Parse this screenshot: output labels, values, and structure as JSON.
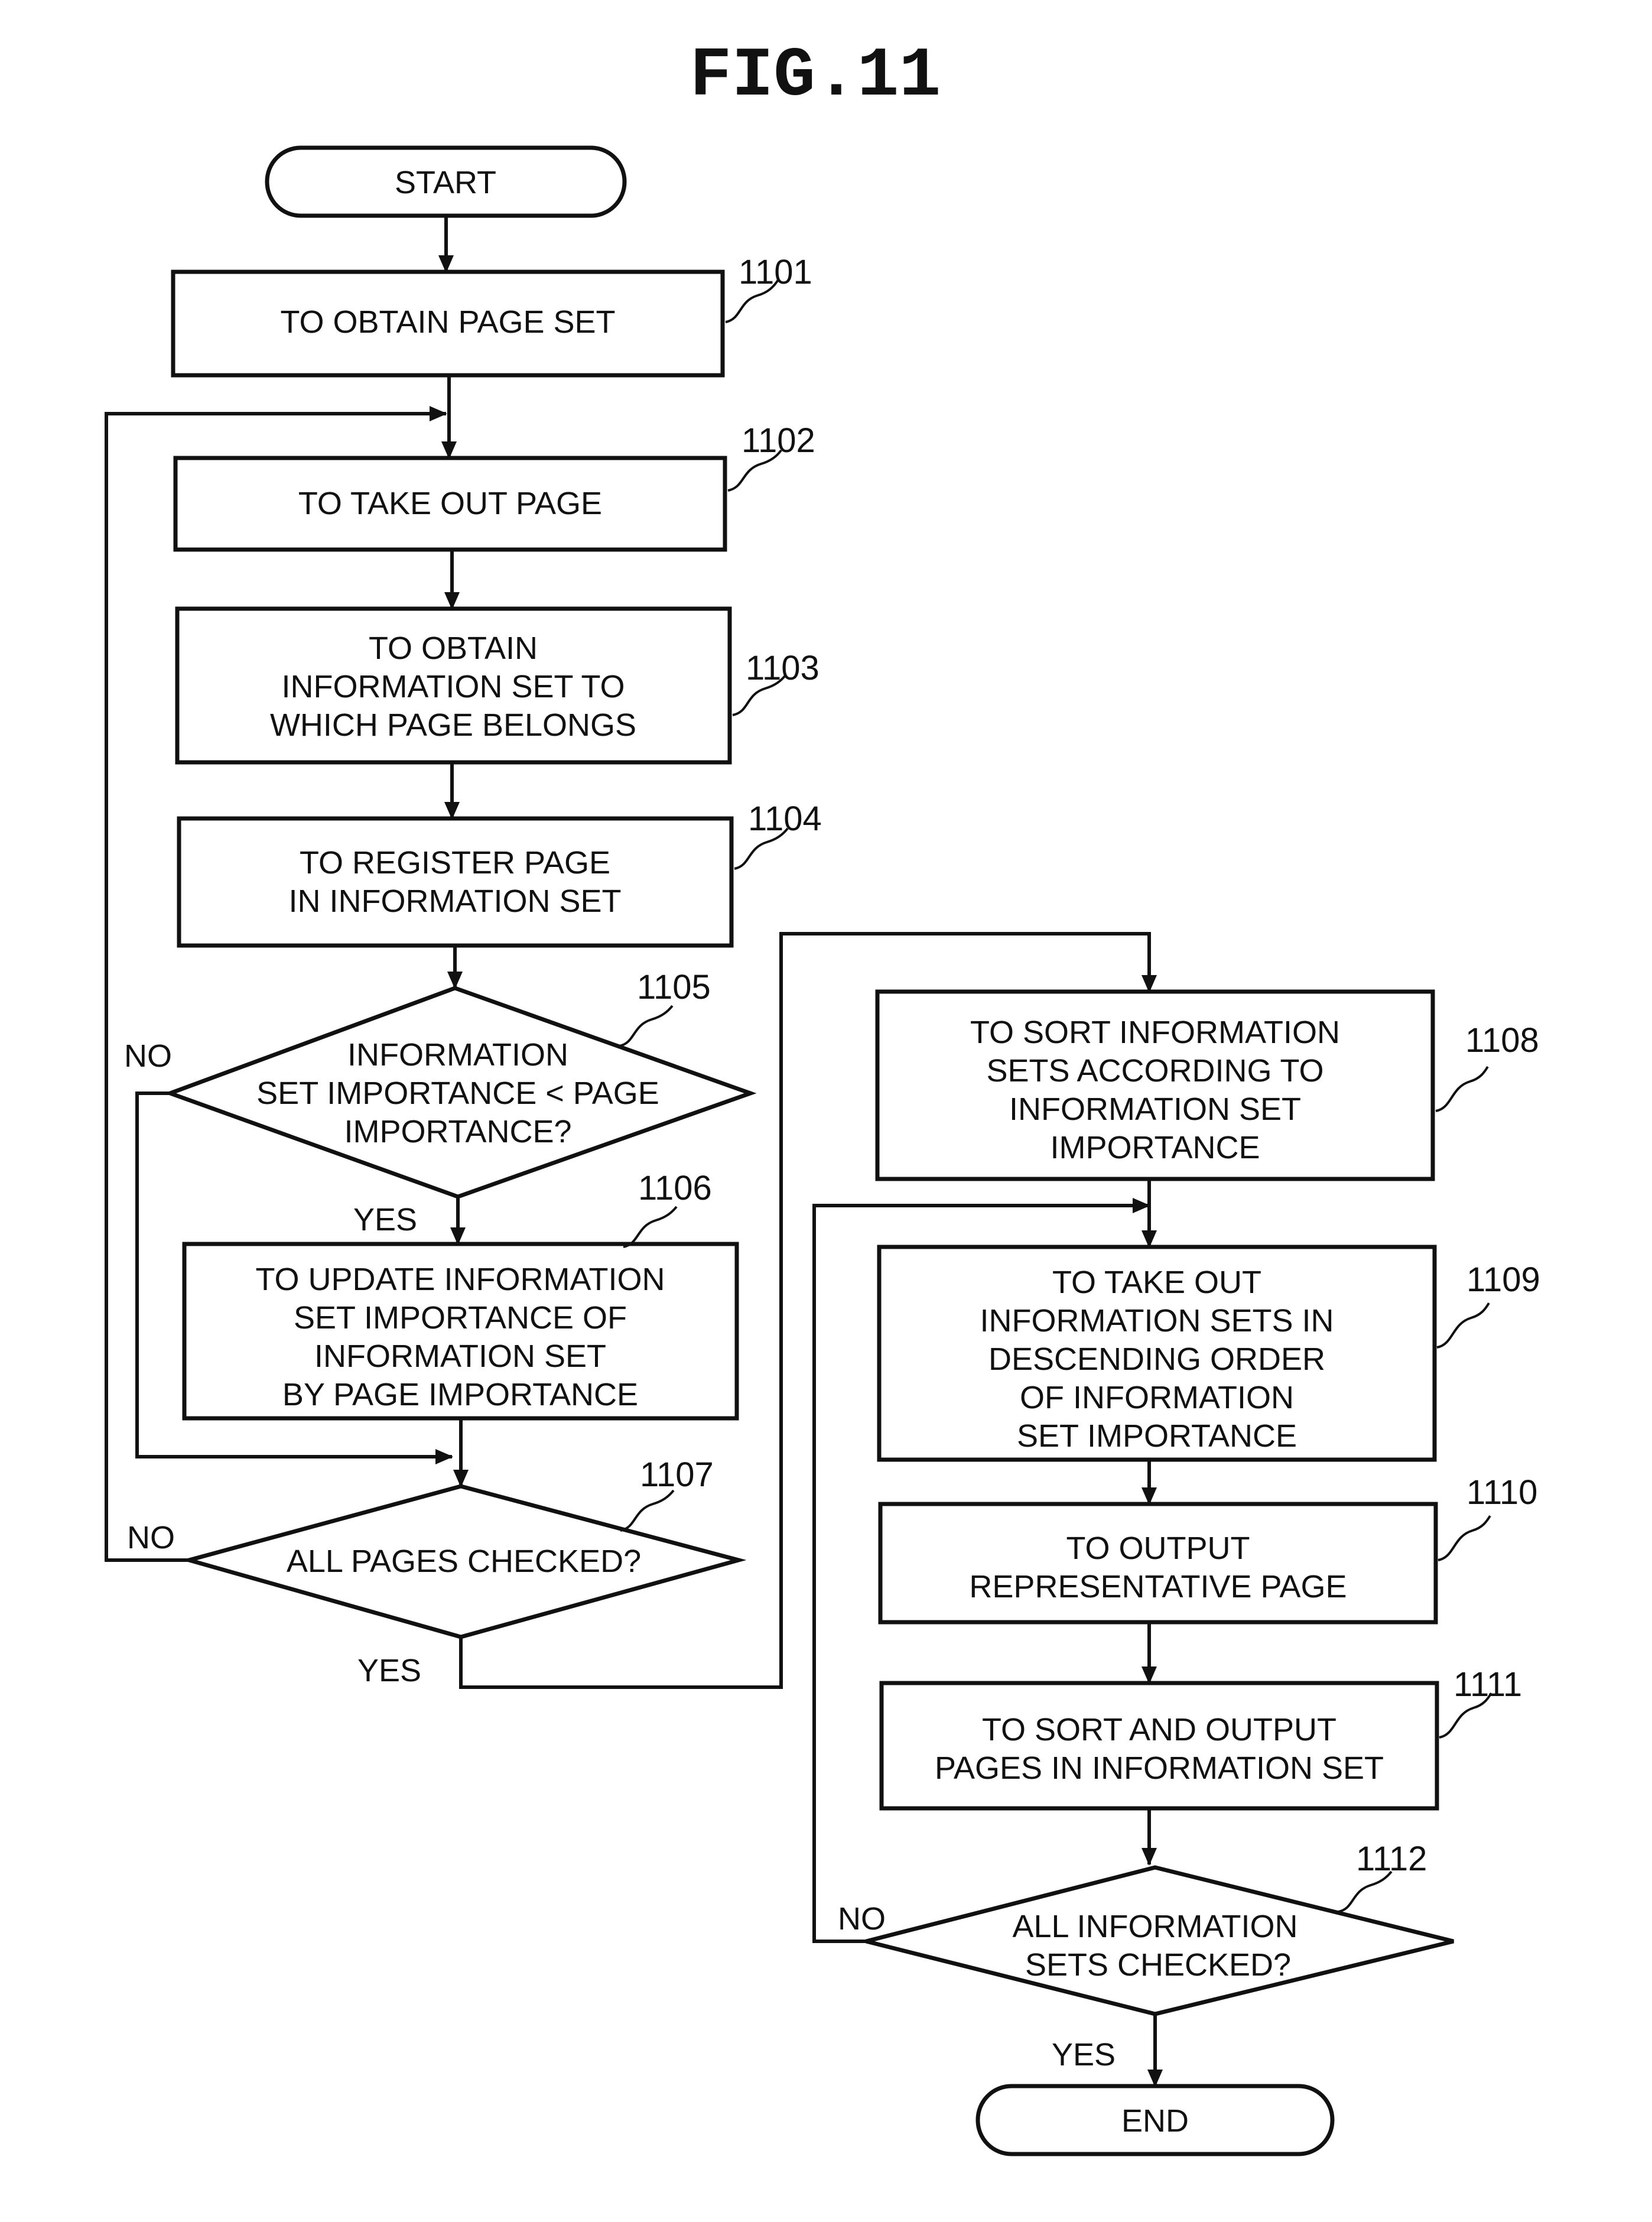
{
  "figure_title": "FIG.11",
  "start": "START",
  "end": "END",
  "steps": {
    "s1101": {
      "ref": "1101",
      "lines": [
        "TO OBTAIN PAGE SET"
      ]
    },
    "s1102": {
      "ref": "1102",
      "lines": [
        "TO TAKE OUT PAGE"
      ]
    },
    "s1103": {
      "ref": "1103",
      "lines": [
        "TO OBTAIN",
        "INFORMATION SET TO",
        "WHICH PAGE BELONGS"
      ]
    },
    "s1104": {
      "ref": "1104",
      "lines": [
        "TO REGISTER PAGE",
        "IN INFORMATION SET"
      ]
    },
    "s1105": {
      "ref": "1105",
      "lines": [
        "INFORMATION",
        "SET IMPORTANCE < PAGE",
        "IMPORTANCE?"
      ]
    },
    "s1106": {
      "ref": "1106",
      "lines": [
        "TO UPDATE INFORMATION",
        "SET IMPORTANCE OF",
        "INFORMATION SET",
        "BY PAGE IMPORTANCE"
      ]
    },
    "s1107": {
      "ref": "1107",
      "lines": [
        "ALL PAGES CHECKED?"
      ]
    },
    "s1108": {
      "ref": "1108",
      "lines": [
        "TO SORT INFORMATION",
        "SETS ACCORDING TO",
        "INFORMATION SET",
        "IMPORTANCE"
      ]
    },
    "s1109": {
      "ref": "1109",
      "lines": [
        "TO TAKE OUT",
        "INFORMATION SETS IN",
        "DESCENDING ORDER",
        "OF INFORMATION",
        "SET IMPORTANCE"
      ]
    },
    "s1110": {
      "ref": "1110",
      "lines": [
        "TO OUTPUT",
        "REPRESENTATIVE PAGE"
      ]
    },
    "s1111": {
      "ref": "1111",
      "lines": [
        "TO SORT AND OUTPUT",
        "PAGES IN INFORMATION SET"
      ]
    },
    "s1112": {
      "ref": "1112",
      "lines": [
        "ALL INFORMATION",
        "SETS CHECKED?"
      ]
    }
  },
  "branches": {
    "yes": "YES",
    "no": "NO"
  }
}
